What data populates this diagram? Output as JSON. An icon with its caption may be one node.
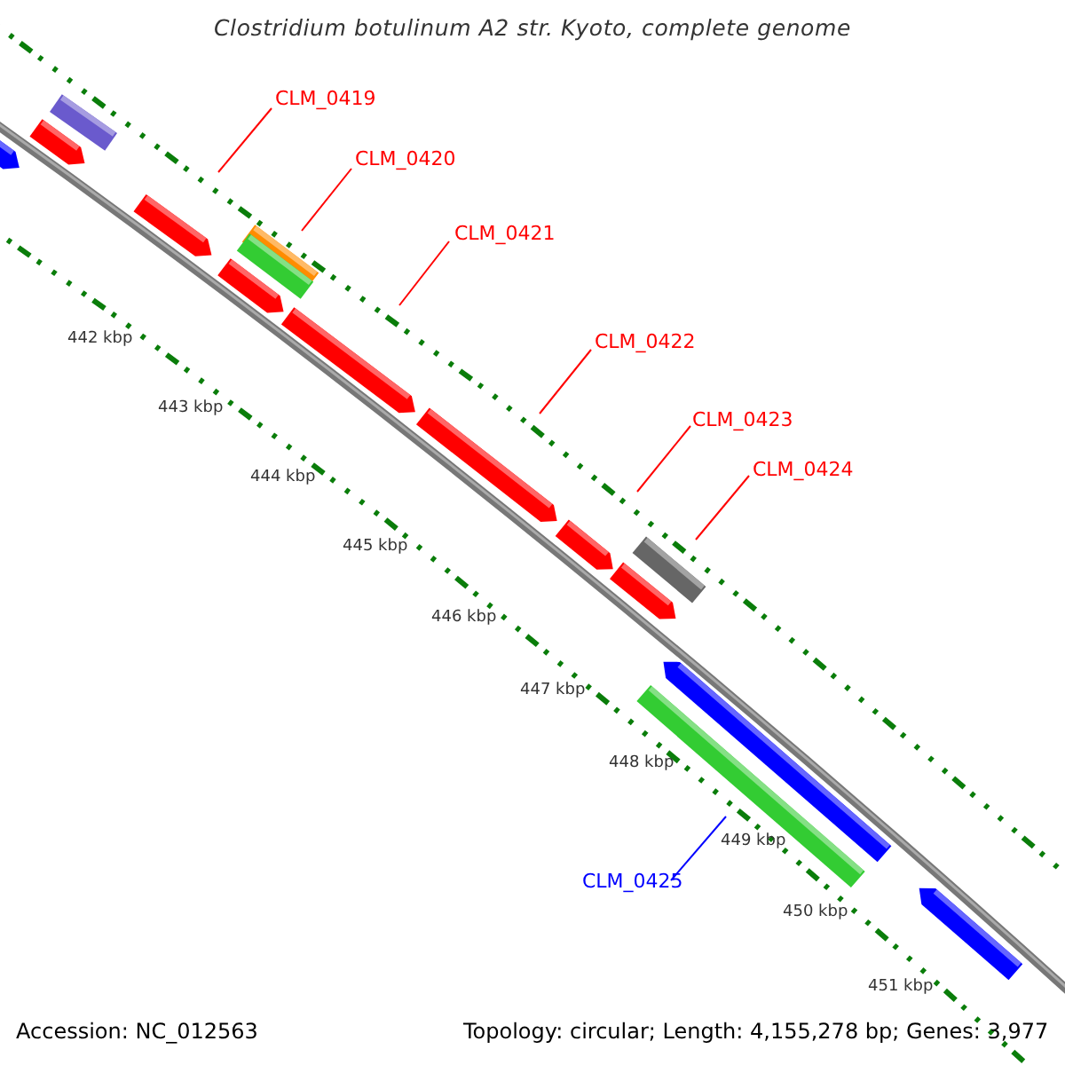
{
  "diagram": {
    "title": "Clostridium botulinum A2 str. Kyoto, complete genome",
    "nodes": [
      {
        "text": [
          "CLM_0419"
        ]
      },
      {
        "text": [
          "CLM_0420"
        ]
      },
      {
        "text": [
          "CLM_0421"
        ]
      },
      {
        "text": [
          "CLM_0422"
        ]
      },
      {
        "text": [
          "CLM_0423"
        ]
      },
      {
        "text": [
          "CLM_0424"
        ]
      },
      {
        "text": [
          "CLM_0425"
        ]
      }
    ],
    "edges": [
      {
        "from": 0,
        "to": null,
        "arrow": "none"
      },
      {
        "from": 1,
        "to": null,
        "arrow": "none"
      },
      {
        "from": 2,
        "to": null,
        "arrow": "none"
      },
      {
        "from": 3,
        "to": null,
        "arrow": "none"
      },
      {
        "from": 4,
        "to": null,
        "arrow": "none"
      },
      {
        "from": 5,
        "to": null,
        "arrow": "none"
      },
      {
        "from": 6,
        "to": null,
        "arrow": "none",
        "color": "#0000ff"
      }
    ],
    "labels": [
      "442 kbp",
      "443 kbp",
      "444 kbp",
      "445 kbp",
      "446 kbp",
      "447 kbp",
      "448 kbp",
      "449 kbp",
      "450 kbp",
      "451 kbp",
      "Accession: NC_012563",
      "Topology: circular; Length: 4,155,278 bp; Genes: 3,977"
    ]
  }
}
